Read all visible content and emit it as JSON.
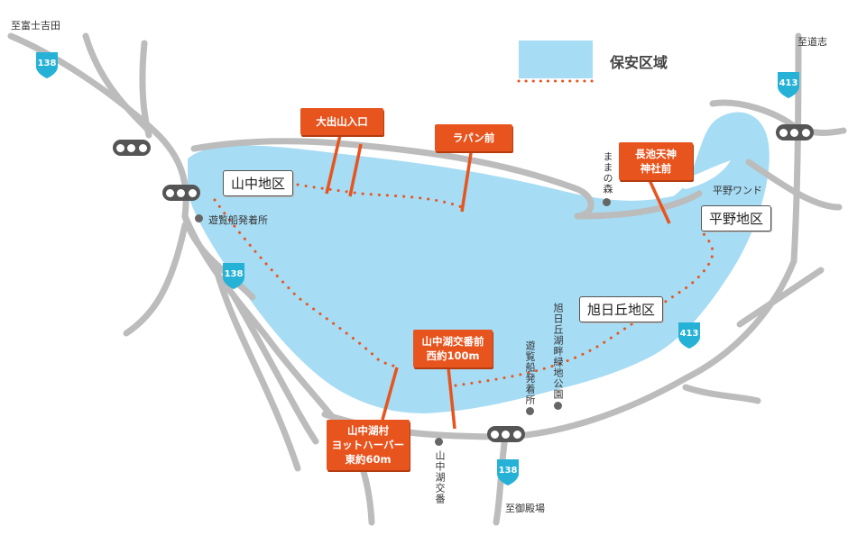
{
  "legend": {
    "label": "保安区域",
    "fill_color": "#a6dcf4",
    "line_color": "#e8541e"
  },
  "directions": {
    "fujiyoshida": "至富士吉田",
    "doshi": "至道志",
    "gotemba": "至御殿場"
  },
  "routes": {
    "r138_a": "138",
    "r138_b": "138",
    "r138_c": "138",
    "r413_a": "413",
    "r413_b": "413"
  },
  "areas": {
    "yamanaka": "山中地区",
    "hirano": "平野地区",
    "asahigaoka": "旭日丘地区"
  },
  "tags": {
    "oideyama_line1": "大出山入口",
    "rapan_line1": "ラパン前",
    "nagaike_line1": "長池天神",
    "nagaike_line2": "神社前",
    "police_line1": "山中湖交番前",
    "police_line2": "西約100m",
    "yacht_line1": "山中湖村",
    "yacht_line2": "ヨットハーバー",
    "yacht_line3": "東約60m"
  },
  "places": {
    "pier_west": "遊覧船発着所",
    "hirano_wand": "平野ワンド",
    "mamanomori": "ままの森",
    "pier_south": "遊覧船発着所",
    "park": "旭日丘湖畔緑地公園",
    "police_box": "山中湖交番"
  },
  "colors": {
    "lake": "#a6dcf4",
    "road": "#b8b8b8",
    "route_shield": "#26b2d6",
    "tag": "#e8541e"
  }
}
